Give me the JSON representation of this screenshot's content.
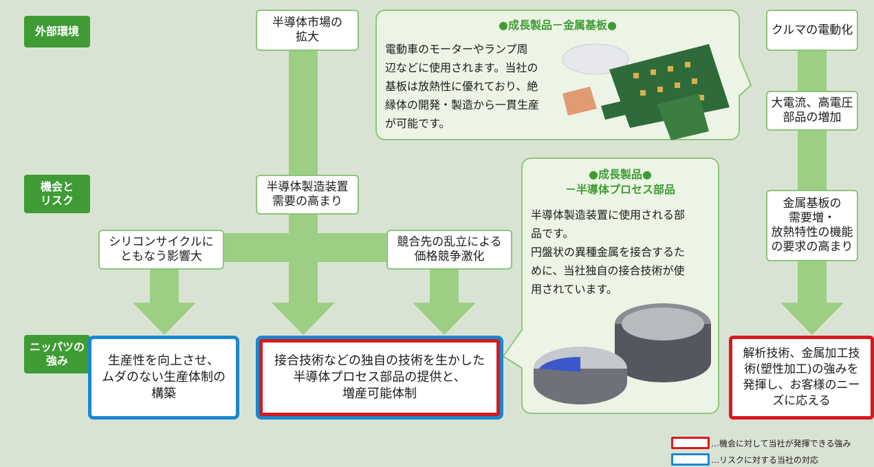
{
  "row_labels": {
    "external": "外部環境",
    "opportunity": "機会と\nリスク",
    "strength": "ニッパツの\n強み"
  },
  "boxes": {
    "semi_market": "半導体市場の\n拡大",
    "ev": "クルマの電動化",
    "high_current": "大電流、高電圧\n部品の増加",
    "semi_equipment": "半導体製造装置\n需要の高まり",
    "silicon_cycle": "シリコンサイクルに\nともなう影響大",
    "competition": "競合先の乱立による\n価格競争激化",
    "metal_demand": "金属基板の\n需要増・\n放熱特性の機能\nの要求の高まり"
  },
  "strengths": {
    "productivity": "生産性を向上させ、\nムダのない生産体制の\n構築",
    "joining": "接合技術などの独自の技術を生かした\n半導体プロセス部品の提供と、\n増産可能体制",
    "analysis": "解析技術、金属加工技\n術(塑性加工)の強みを\n発揮し、お客様のニー\nズに応える"
  },
  "callouts": {
    "metal_board": {
      "title": "●成長製品－金属基板●",
      "body": "電動車のモーターやランプ周\n辺などに使用されます。当社の\n基板は放熱性に優れており、絶\n縁体の開発・製造から一貫生産\nが可能です。"
    },
    "semi_process": {
      "title_line1": "●成長製品●",
      "title_line2": "－半導体プロセス部品",
      "body": "半導体製造装置に使用される部\n品です。\n円盤状の異種金属を接合するた\nめに、当社独自の接合技術が使\n用されています。"
    }
  },
  "legend": {
    "red": "…機会に対して当社が発揮できる強み",
    "blue": "…リスクに対する当社の対応"
  },
  "colors": {
    "background": "#d9e3d4",
    "arrow": "#9ccf84",
    "label_green": "#3f9c35",
    "strength_red": "#d7191f",
    "risk_blue": "#1b87d0"
  }
}
